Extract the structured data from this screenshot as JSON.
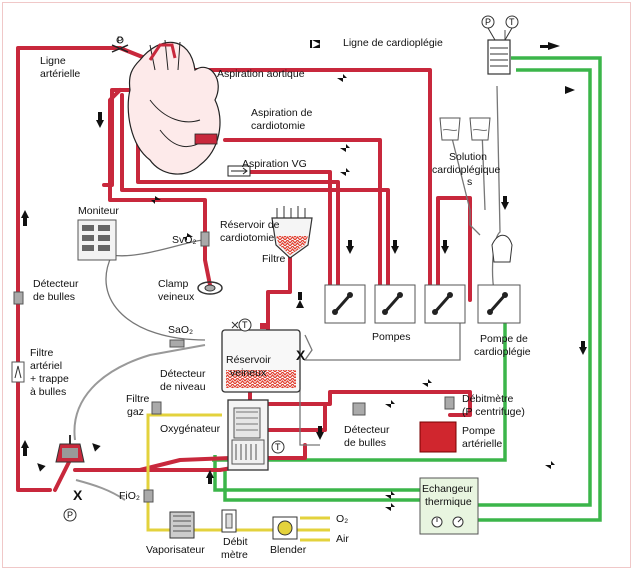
{
  "labels": {
    "ligne_arterielle_1": "Ligne",
    "ligne_arterielle_2": "artérielle",
    "ligne_cardioplegie": "Ligne de cardioplégie",
    "aspiration_aortique": "Aspiration aortique",
    "aspiration_cardiotomie_1": "Aspiration de",
    "aspiration_cardiotomie_2": "cardiotomie",
    "aspiration_vg": "Aspiration VG",
    "solution_cardioplegique_1": "Solution",
    "solution_cardioplegique_2": "cardioplégique",
    "solution_cardioplegique_3": "s",
    "moniteur": "Moniteur",
    "svo2": "SvO₂",
    "reservoir_cardiotomie_1": "Réservoir de",
    "reservoir_cardiotomie_2": "cardiotomie",
    "filtre": "Filtre",
    "detecteur_bulles_left_1": "Détecteur",
    "detecteur_bulles_left_2": "de bulles",
    "clamp_veineux_1": "Clamp",
    "clamp_veineux_2": "veineux",
    "pompes": "Pompes",
    "pompe_cardioplegie_1": "Pompe de",
    "pompe_cardioplegie_2": "cardioplégie",
    "sao2": "SaO₂",
    "filtre_arteriel_1": "Filtre",
    "filtre_arteriel_2": "artériel",
    "filtre_arteriel_3": "+ trappe",
    "filtre_arteriel_4": "à bulles",
    "reservoir_veineux_1": "Réservoir",
    "reservoir_veineux_2": "veineux",
    "detecteur_niveau_1": "Détecteur",
    "detecteur_niveau_2": "de niveau",
    "filtre_gaz_1": "Filtre",
    "filtre_gaz_2": "gaz",
    "oxygenateur": "Oxygénateur",
    "debitmetre_1": "Débitmètre",
    "debitmetre_2": "(P centrifuge)",
    "detecteur_bulles_right_1": "Détecteur",
    "detecteur_bulles_right_2": "de bulles",
    "pompe_arterielle_1": "Pompe",
    "pompe_arterielle_2": "artérielle",
    "fio2": "FiO₂",
    "echangeur_1": "Echangeur",
    "echangeur_2": "thermique",
    "vaporisateur": "Vaporisateur",
    "debit_metre_1": "Débit",
    "debit_metre_2": "mètre",
    "blender": "Blender",
    "o2": "O₂",
    "air": "Air",
    "x_mark_1": "X",
    "x_mark_2": "X",
    "t_1": "T",
    "t_2": "T",
    "t_3": "T",
    "p_1": "P",
    "p_2": "P",
    "p_3": "P"
  },
  "colors": {
    "arterial_line": "#c8283c",
    "cooling_line": "#3bb54a",
    "gas_line": "#e3d23c",
    "oxygenator_pattern": "#e23a2a"
  }
}
